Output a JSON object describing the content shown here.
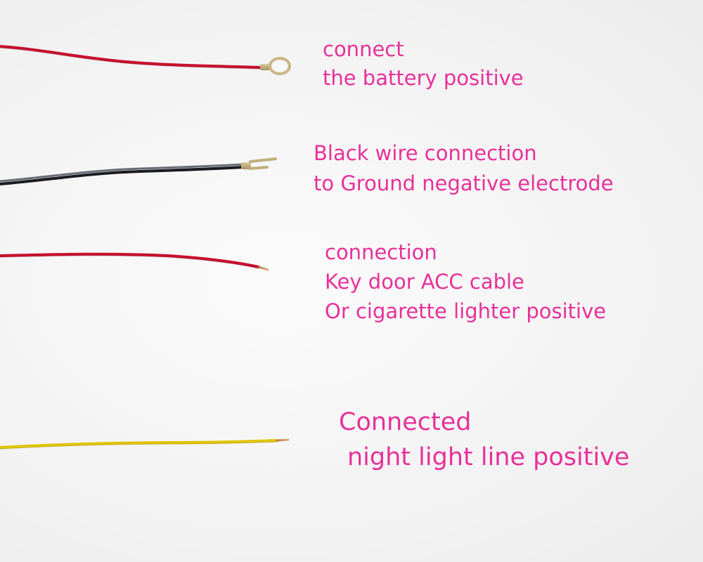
{
  "wires": [
    {
      "id": "battery",
      "color": "#c8102e",
      "terminal": "ring",
      "label_lines": [
        "connect",
        "the battery positive"
      ]
    },
    {
      "id": "ground",
      "color": "#1a1a22",
      "terminal": "fork",
      "label_lines": [
        "Black wire connection",
        "to Ground negative electrode"
      ]
    },
    {
      "id": "acc",
      "color": "#c8102e",
      "terminal": "bare",
      "label_lines": [
        "connection",
        "Key door ACC cable",
        "Or cigarette lighter positive"
      ]
    },
    {
      "id": "night-light",
      "color": "#e0c400",
      "terminal": "bare",
      "label_lines": [
        "Connected",
        "night light line positive"
      ]
    }
  ],
  "text_color": "#e8309a"
}
